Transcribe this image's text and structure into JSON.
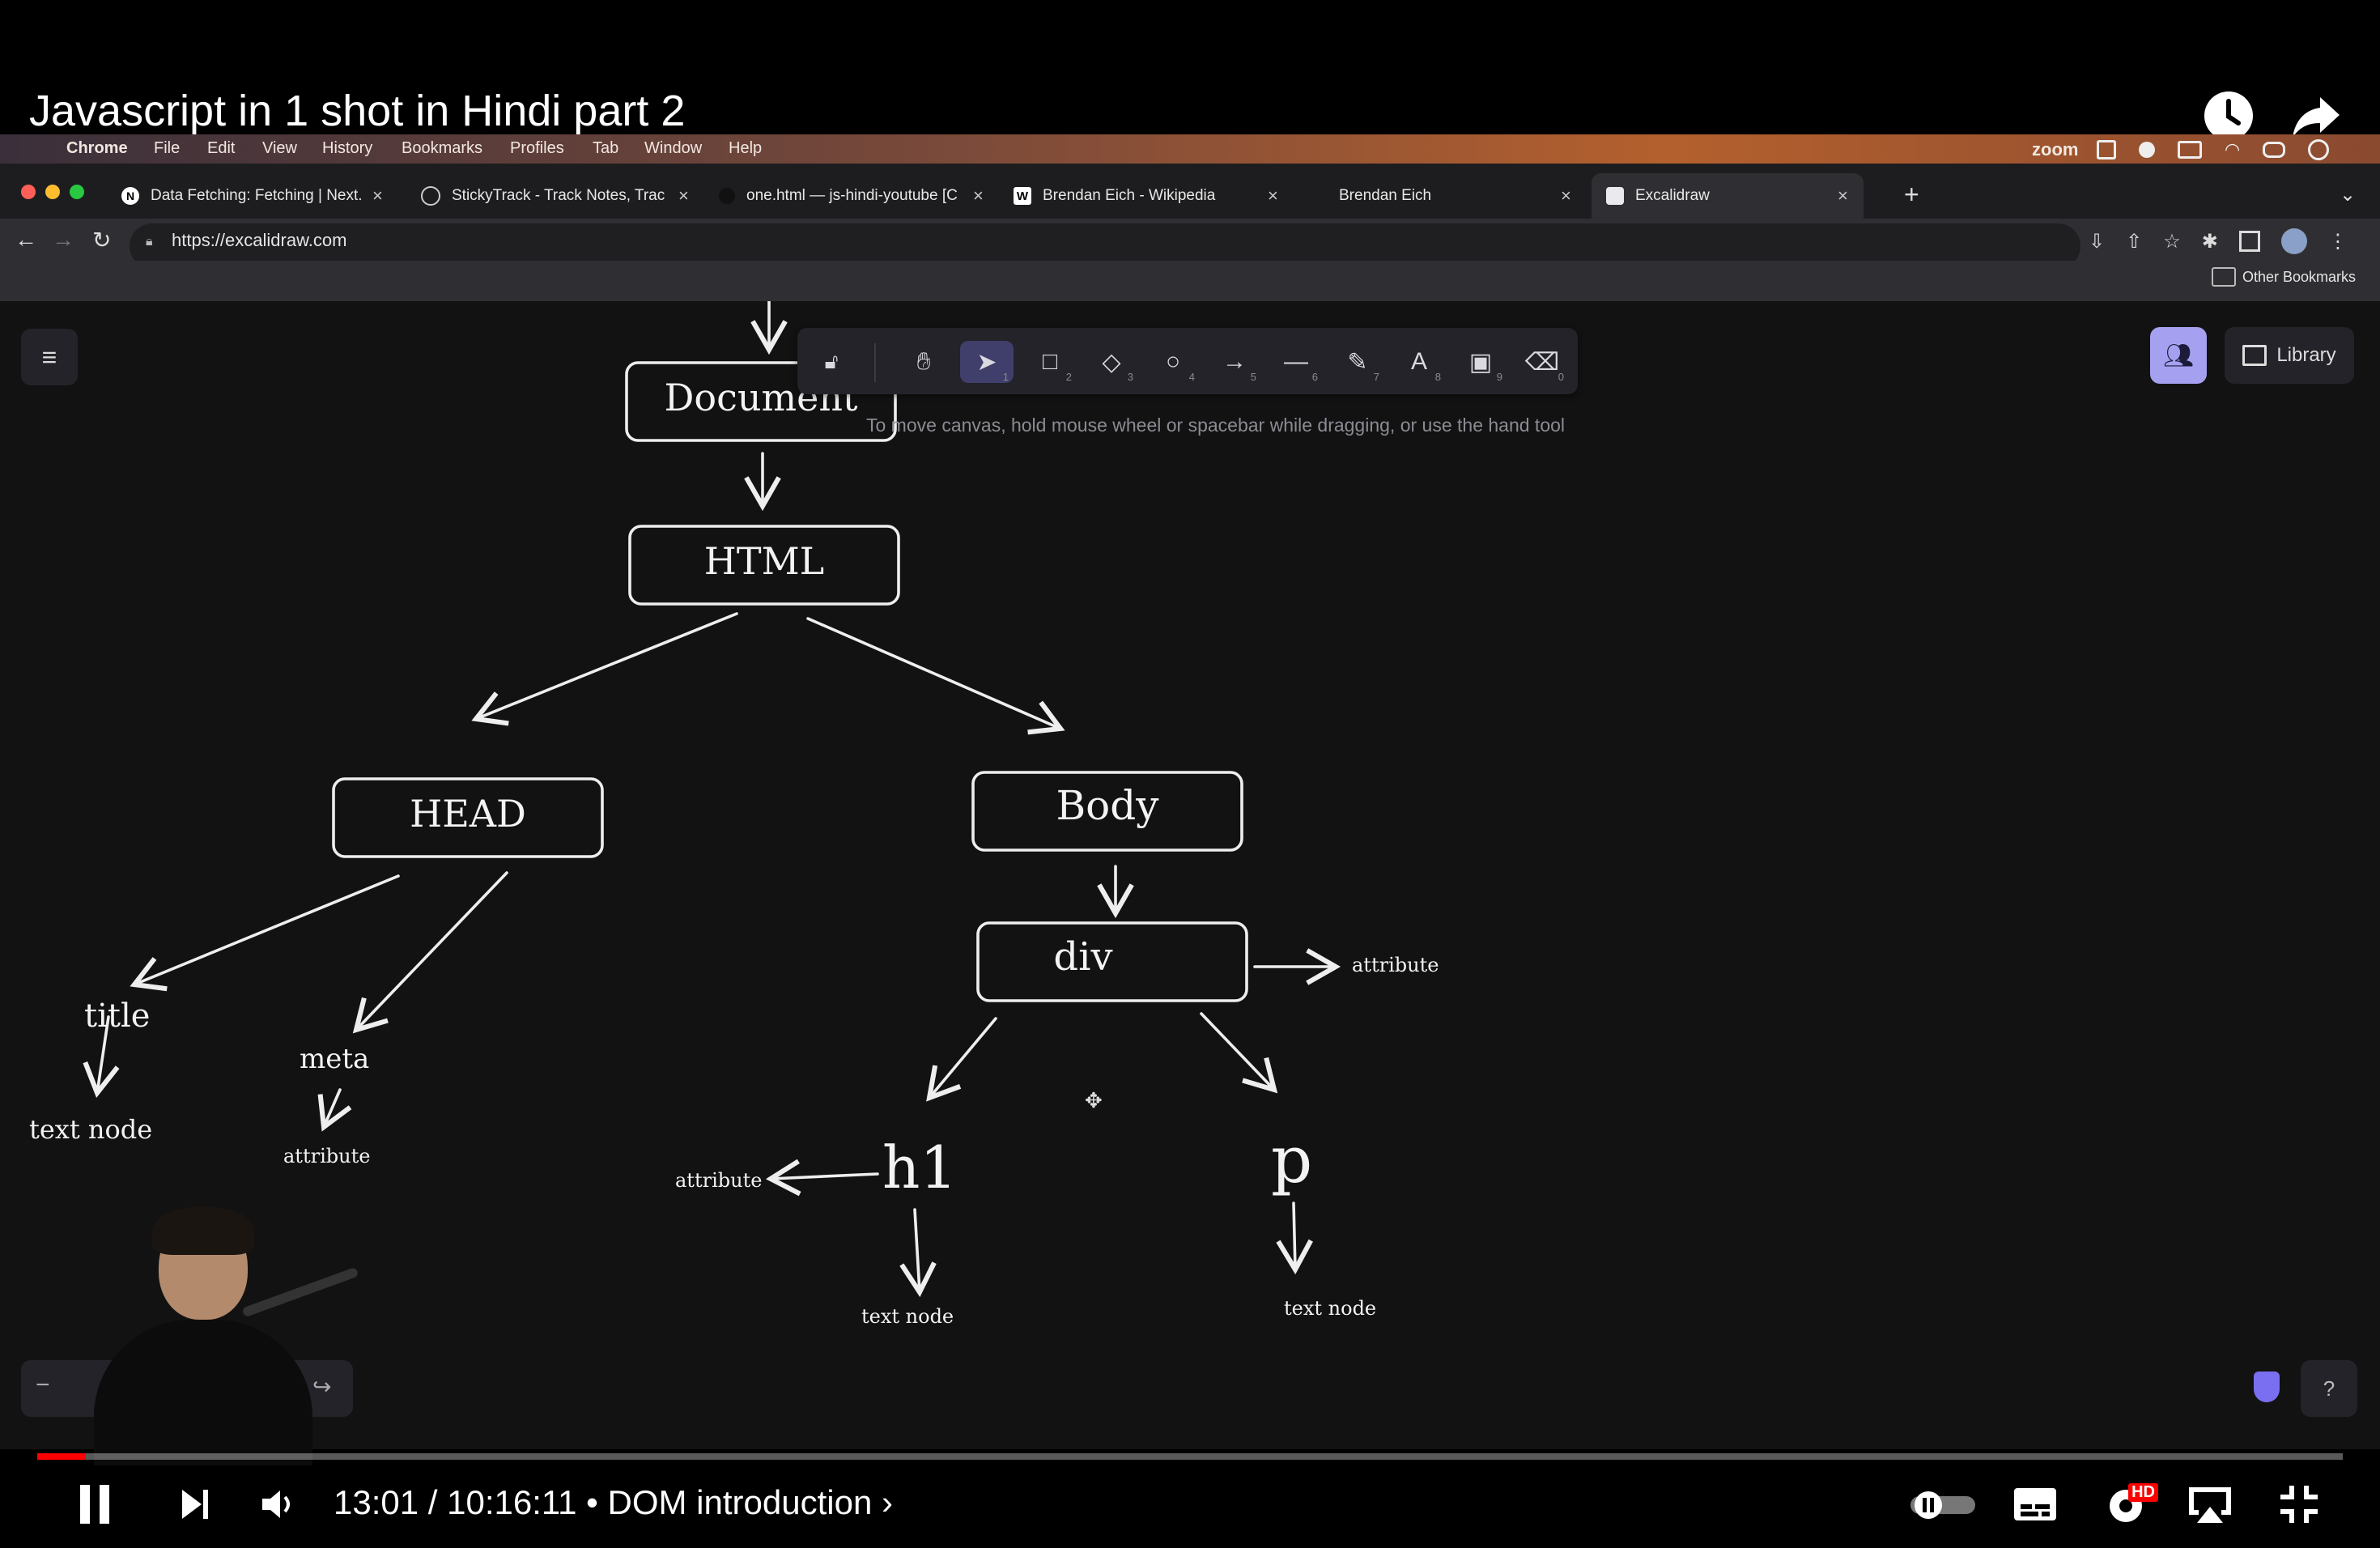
{
  "video": {
    "title": "Javascript in 1 shot in Hindi part 2",
    "current_time": "13:01",
    "duration": "10:16:11",
    "time_display": "13:01 / 10:16:11",
    "chapter": "• DOM introduction ›",
    "progress": 0.0211,
    "hd_badge": "HD"
  },
  "menubar": {
    "items": [
      "Chrome",
      "File",
      "Edit",
      "View",
      "History",
      "Bookmarks",
      "Profiles",
      "Tab",
      "Window",
      "Help"
    ],
    "zoom_label": "zoom"
  },
  "browser": {
    "tabs": [
      {
        "label": "Data Fetching: Fetching | Next."
      },
      {
        "label": "StickyTrack - Track Notes, Trac"
      },
      {
        "label": "one.html — js-hindi-youtube [C"
      },
      {
        "label": "Brendan Eich - Wikipedia"
      },
      {
        "label": "Brendan Eich"
      },
      {
        "label": "Excalidraw"
      }
    ],
    "url": "https://excalidraw.com",
    "other_bookmarks": "Other Bookmarks"
  },
  "excalidraw": {
    "hint": "To move canvas, hold mouse wheel or spacebar while dragging, or use the hand tool",
    "library_label": "Library",
    "tool_numbers": [
      "1",
      "2",
      "3",
      "4",
      "5",
      "6",
      "7",
      "8",
      "9",
      "0"
    ],
    "zoom_minus": "−"
  },
  "diagram": {
    "document": "Document",
    "html": "HTML",
    "head": "HEAD",
    "body": "Body",
    "div": "div",
    "title": "title",
    "title_text_node": "text node",
    "meta": "meta",
    "meta_attribute": "attribute",
    "div_attribute": "attribute",
    "h1": "h1",
    "h1_attribute": "attribute",
    "h1_text_node": "text node",
    "p": "p",
    "p_text_node": "text node"
  }
}
